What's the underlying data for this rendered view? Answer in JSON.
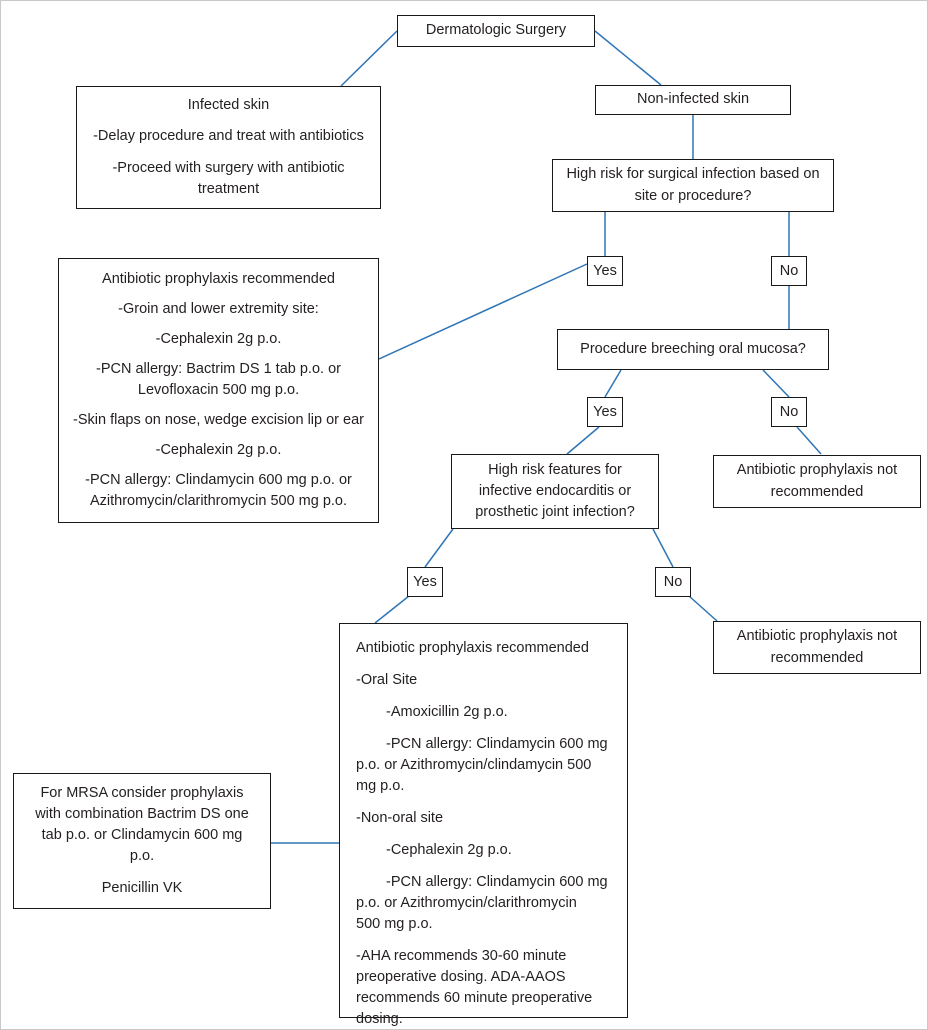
{
  "diagram": {
    "title": "Dermatologic Surgery",
    "line_color": "#2e75b6",
    "box_border_color": "#1a1a1a",
    "text_color": "#231f20"
  },
  "nodes": {
    "root": {
      "label": "Dermatologic Surgery"
    },
    "infected_skin": {
      "lines": [
        "Infected skin",
        "-Delay procedure and treat with antibiotics",
        "-Proceed with surgery with antibiotic",
        "treatment"
      ]
    },
    "non_infected_skin": {
      "label": "Non-infected skin"
    },
    "high_risk_surgical": {
      "lines": [
        "High risk for surgical infection based on",
        "site or procedure?"
      ]
    },
    "prophylaxis_left": {
      "lines": [
        "Antibiotic prophylaxis recommended",
        "-Groin and lower extremity site:",
        "-Cephalexin 2g p.o.",
        "-PCN allergy: Bactrim DS 1 tab p.o. or",
        "Levofloxacin 500 mg p.o.",
        "-Skin flaps on nose, wedge excision lip or ear",
        "-Cephalexin 2g p.o.",
        "-PCN allergy: Clindamycin 600 mg p.o. or",
        "Azithromycin/clarithromycin 500 mg p.o."
      ]
    },
    "oral_mucosa": {
      "label": "Procedure breeching oral mucosa?"
    },
    "high_risk_features": {
      "lines": [
        "High risk features for",
        "infective endocarditis or",
        "prosthetic joint infection?"
      ]
    },
    "not_recommended_upper": {
      "lines": [
        "Antibiotic prophylaxis not",
        "recommended"
      ]
    },
    "not_recommended_lower": {
      "lines": [
        "Antibiotic prophylaxis not",
        "recommended"
      ]
    },
    "prophylaxis_main": {
      "heading": "Antibiotic prophylaxis recommended",
      "oral_site_label": "-Oral Site",
      "oral_amoxicillin": "-Amoxicillin 2g p.o.",
      "oral_pcn": [
        "-PCN allergy: Clindamycin 600 mg",
        "p.o. or Azithromycin/clindamycin 500",
        "mg p.o."
      ],
      "nonoral_site_label": "-Non-oral site",
      "nonoral_cephalexin": "-Cephalexin 2g p.o.",
      "nonoral_pcn": [
        "-PCN allergy: Clindamycin 600 mg",
        "p.o. or Azithromycin/clarithromycin",
        "500 mg p.o."
      ],
      "timing": [
        "-AHA recommends 30-60 minute",
        "preoperative dosing. ADA-AAOS",
        "recommends 60 minute preoperative",
        "dosing."
      ]
    },
    "mrsa": {
      "lines": [
        "For MRSA consider prophylaxis",
        "with combination Bactrim DS one",
        "tab p.o. or Clindamycin 600 mg",
        "p.o."
      ],
      "footer": "Penicillin VK"
    }
  },
  "decisions": {
    "yes_surgical": "Yes",
    "no_surgical": "No",
    "yes_mucosa": "Yes",
    "no_mucosa": "No",
    "yes_features": "Yes",
    "no_features": "No"
  }
}
